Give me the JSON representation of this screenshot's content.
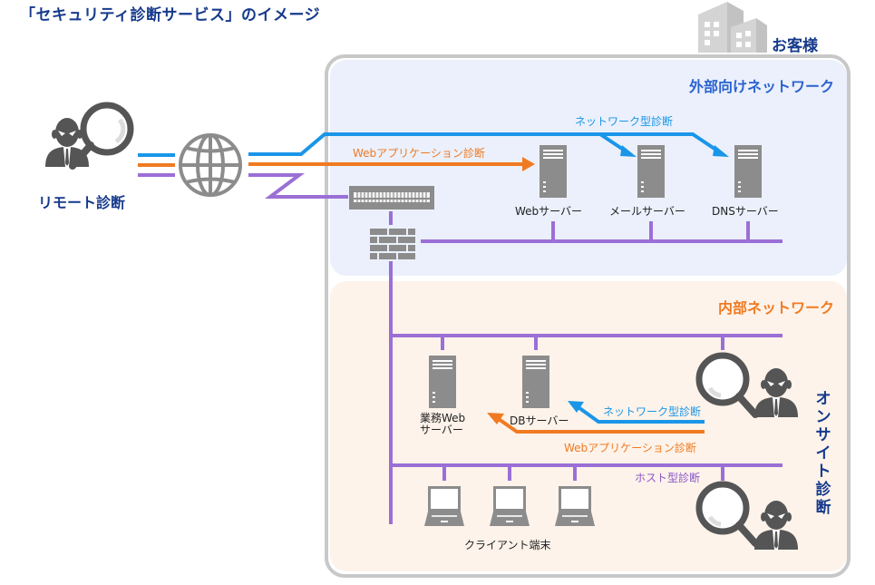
{
  "title": "「セキュリティ診断サービス」のイメージ",
  "customer": {
    "label": "お客様",
    "icon": "building-icon"
  },
  "remote": {
    "label": "リモート診断",
    "icon": "inspector-with-magnifier-icon"
  },
  "internet": {
    "icon": "globe-icon"
  },
  "external_network": {
    "label": "外部向けネットワーク",
    "servers": [
      {
        "label": "Webサーバー"
      },
      {
        "label": "メールサーバー"
      },
      {
        "label": "DNSサーバー"
      }
    ],
    "devices": {
      "router": "router-icon",
      "firewall": "firewall-icon"
    },
    "flows": {
      "network_scan": "ネットワーク型診断",
      "web_app_scan": "Webアプリケーション診断"
    }
  },
  "internal_network": {
    "label": "内部ネットワーク",
    "servers": [
      {
        "label_line1": "業務Web",
        "label_line2": "サーバー"
      },
      {
        "label": "DBサーバー"
      }
    ],
    "clients_label": "クライアント端末",
    "flows": {
      "network_scan": "ネットワーク型診断",
      "web_app_scan": "Webアプリケーション診断",
      "host_scan": "ホスト型診断"
    }
  },
  "onsite": {
    "label": "オンサイト診断"
  },
  "colors": {
    "title": "#163a8c",
    "network_scan": "#1a96e8",
    "web_app_scan": "#f07a22",
    "network_line": "#9b6fd6",
    "external_bg": "#ebf0fc",
    "internal_bg": "#fdf3ea",
    "device_gray": "#8c8c8c"
  }
}
